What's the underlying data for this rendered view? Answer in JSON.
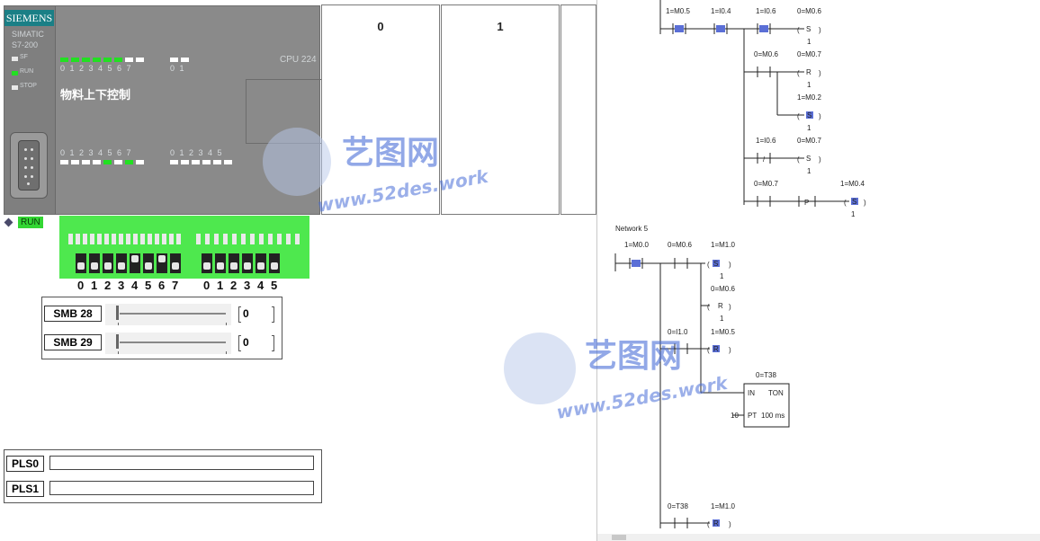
{
  "plc": {
    "brand": "SIEMENS",
    "series_line1": "SIMATIC",
    "series_line2": "S7-200",
    "status_labels": [
      "SF",
      "RUN",
      "STOP"
    ],
    "cpu_model": "CPU 224",
    "project_name": "物料上下控制",
    "top_output_digits_a": "0 1 2 3 4 5 6 7",
    "top_output_digits_b": "0 1",
    "bottom_input_digits_a": "0 1 2 3 4 5 6 7",
    "bottom_input_digits_b": "0 1 2 3 4 5",
    "top_led_on": [
      true,
      true,
      true,
      true,
      true,
      true,
      false,
      false
    ],
    "bottom_led_on": [
      false,
      false,
      false,
      false,
      true,
      false,
      true,
      false
    ]
  },
  "modules": [
    "0",
    "1",
    ""
  ],
  "run_indicator": "RUN",
  "switch_labels": [
    "0",
    "1",
    "2",
    "3",
    "4",
    "5",
    "6",
    "7",
    "0",
    "1",
    "2",
    "3",
    "4",
    "5"
  ],
  "switch_up": [
    false,
    false,
    false,
    false,
    true,
    false,
    true,
    false,
    false,
    false,
    false,
    false,
    false,
    false
  ],
  "smb": [
    {
      "label": "SMB 28",
      "value": "0"
    },
    {
      "label": "SMB 29",
      "value": "0"
    }
  ],
  "pls": [
    "PLS0",
    "PLS1"
  ],
  "ladder": {
    "network_label": "Network 5",
    "net4_texts": {
      "c1": "1=M0.5",
      "c2": "1=I0.4",
      "c3": "1=I0.6",
      "coil1": "0=M0.6",
      "s1": "S",
      "v1": "1",
      "c4": "0=M0.6",
      "coil2": "0=M0.7",
      "r1": "R",
      "v2": "1",
      "coil3": "1=M0.2",
      "s2": "S",
      "v3": "1",
      "c5": "1=I0.6",
      "coil4": "0=M0.7",
      "s3": "S",
      "v4": "1",
      "slash": "/",
      "c6": "0=M0.7",
      "coil5": "1=M0.4",
      "p": "P",
      "s4": "S",
      "v5": "1"
    },
    "net5_texts": {
      "c1": "1=M0.0",
      "c2": "0=M0.6",
      "coil1": "1=M1.0",
      "s1": "S",
      "v1": "1",
      "coil2": "0=M0.6",
      "r1": "R",
      "v2": "1",
      "c3": "0=I1.0",
      "coil3": "1=M0.5",
      "r2": "R",
      "timer_name": "0=T38",
      "timer_in": "IN",
      "timer_type": "TON",
      "timer_pt": "PT",
      "timer_base": "100 ms",
      "timer_preset": "10",
      "c4": "0=T38",
      "coil4": "1=M1.0",
      "r3": "R"
    }
  },
  "watermark": {
    "cn": "艺图网",
    "url": "www.52des.work"
  },
  "colors": {
    "plc_body": "#8a8a8a",
    "brand_teal": "#1a7f86",
    "led_green": "#22e022",
    "switch_board": "#4ee84e",
    "contact_active": "#5b6fd6",
    "network_label": "#2a9a2a"
  }
}
